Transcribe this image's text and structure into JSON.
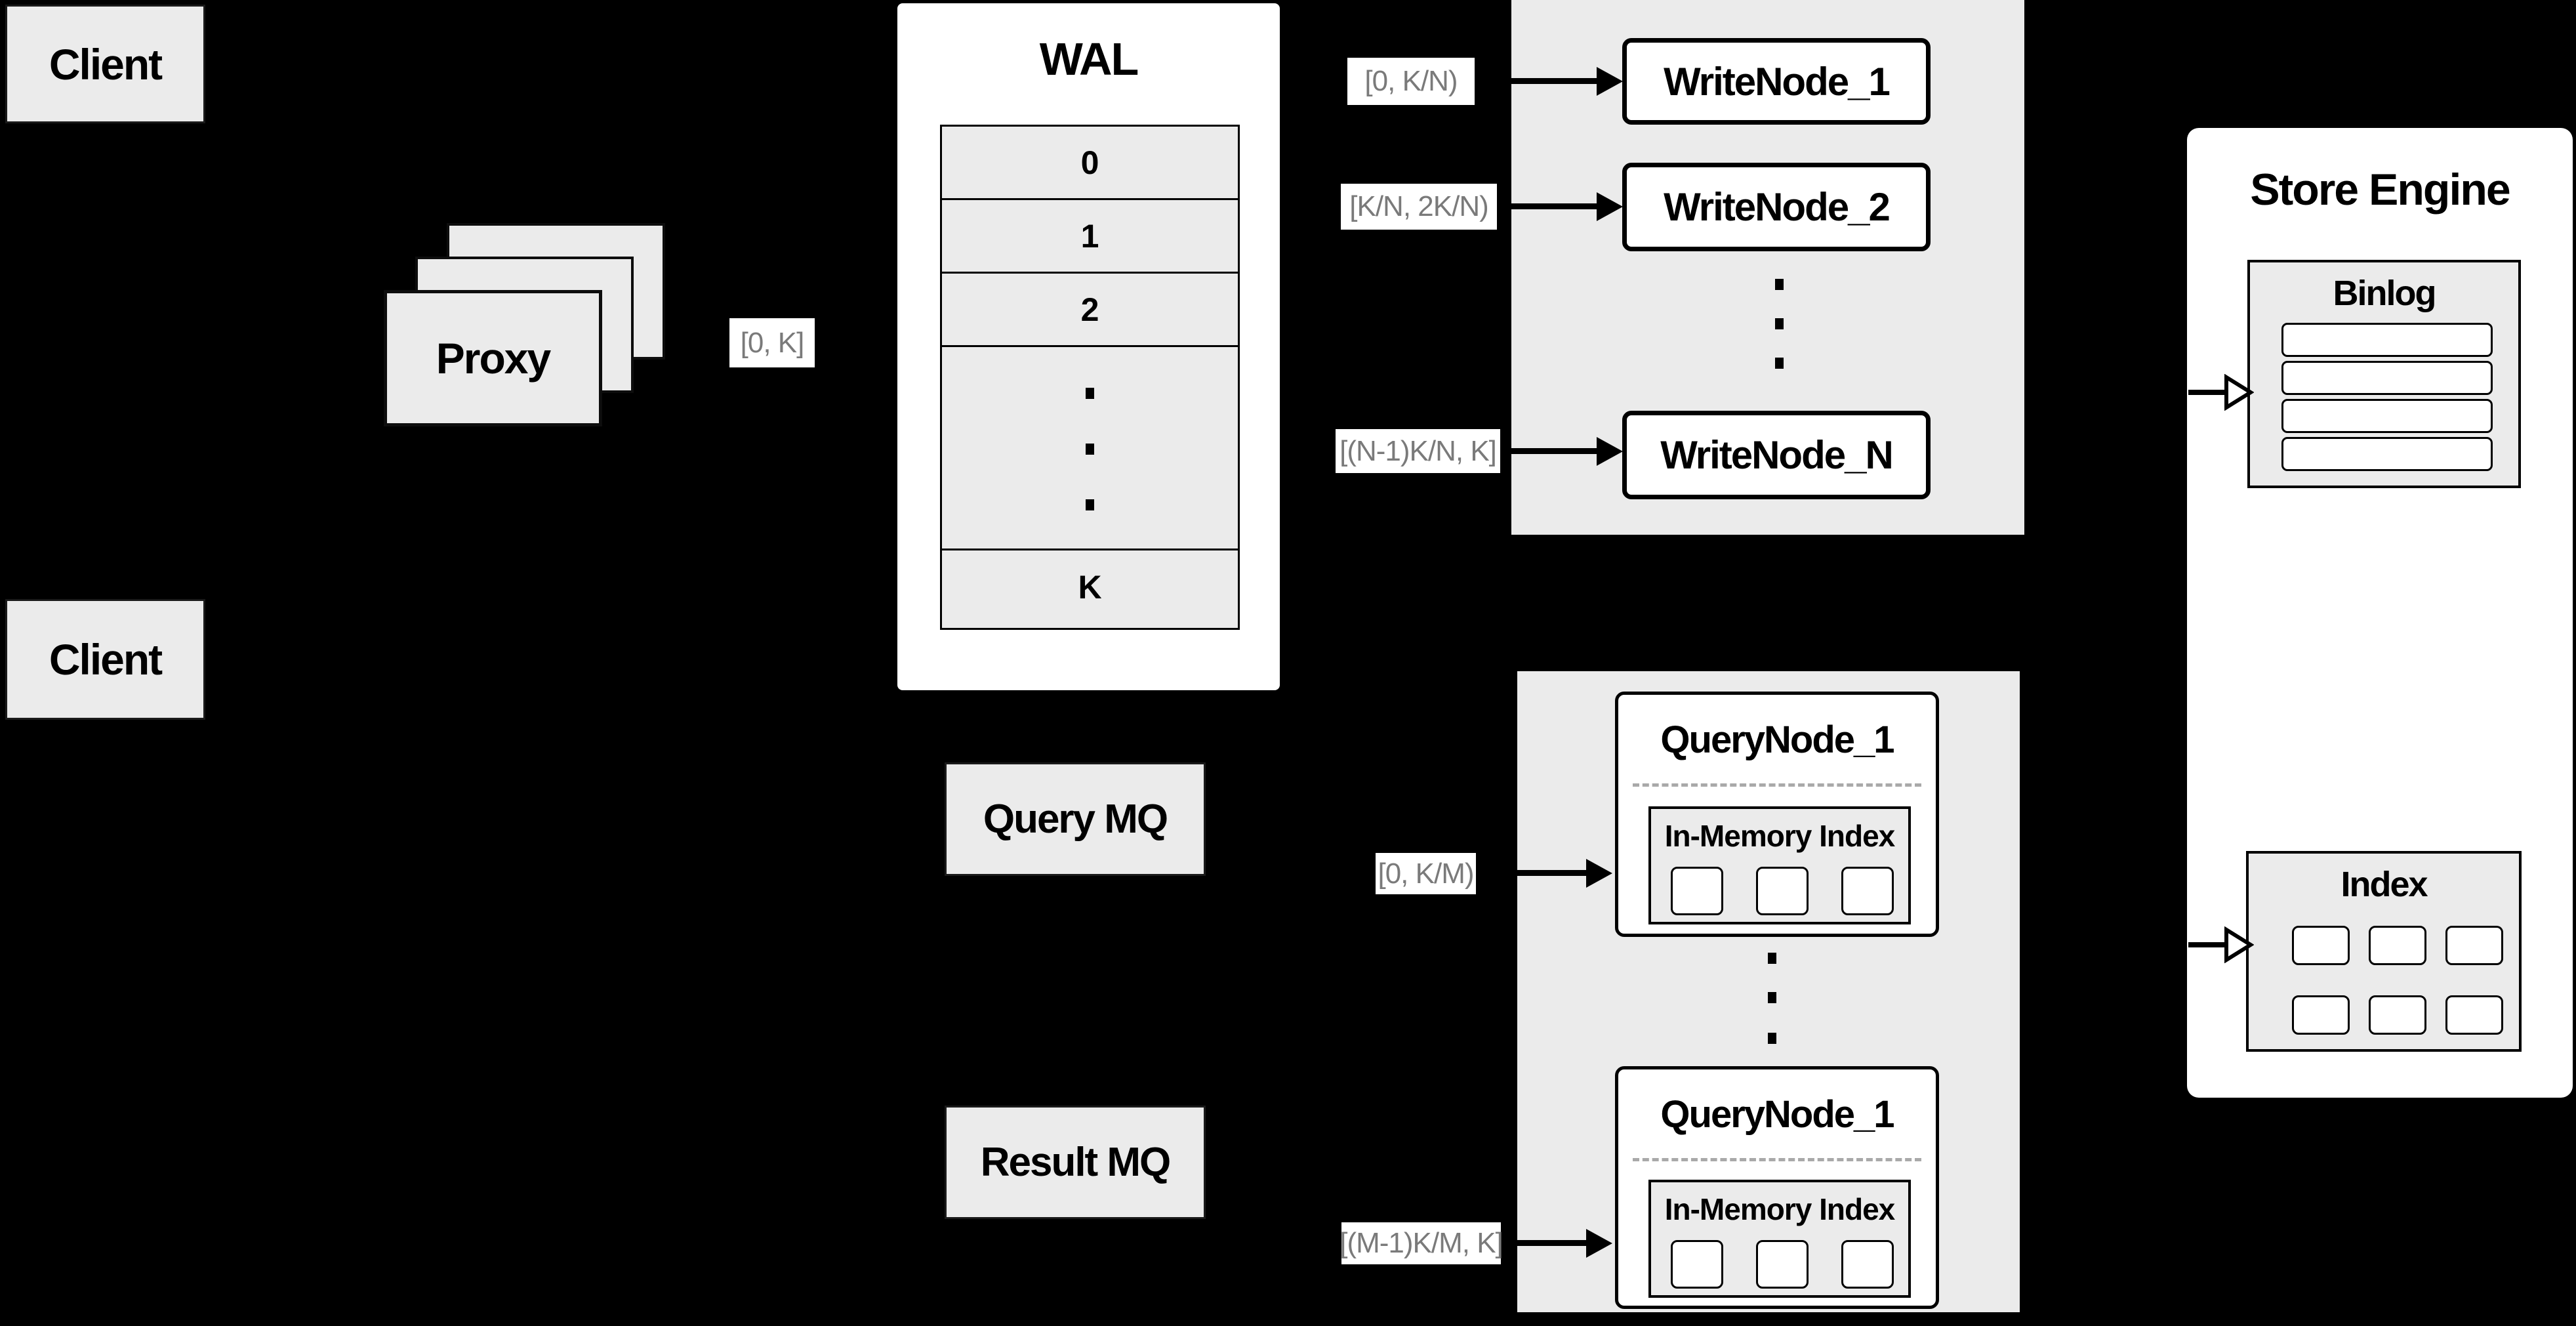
{
  "colors": {
    "background": "#000000",
    "panel_gray": "#ebebeb",
    "box_white": "#ffffff",
    "line_black": "#000000",
    "range_label_text": "#7a7a7a",
    "divider_gray": "#a9a9a9"
  },
  "client_top": {
    "label": "Client"
  },
  "client_bottom": {
    "label": "Client"
  },
  "proxy": {
    "label": "Proxy"
  },
  "wal": {
    "title": "WAL",
    "rows": [
      "0",
      "1",
      "2",
      "K"
    ]
  },
  "write_node_panel": {
    "nodes": [
      "WriteNode_1",
      "WriteNode_2",
      "WriteNode_N"
    ]
  },
  "query_node_panel": {
    "nodes": [
      {
        "title": "QueryNode_1",
        "inner_title": "In-Memory Index"
      },
      {
        "title": "QueryNode_1",
        "inner_title": "In-Memory Index"
      }
    ]
  },
  "mq": {
    "query": "Query MQ",
    "result": "Result MQ"
  },
  "range_labels": {
    "proxy_out": "[0, K]",
    "write_1": "[0, K/N)",
    "write_2": "[K/N, 2K/N)",
    "write_n": "[(N-1)K/N, K]",
    "query_1": "[0, K/M)",
    "query_2": "[(M-1)K/M, K]"
  },
  "store_engine": {
    "title": "Store Engine",
    "binlog_title": "Binlog",
    "index_title": "Index"
  }
}
